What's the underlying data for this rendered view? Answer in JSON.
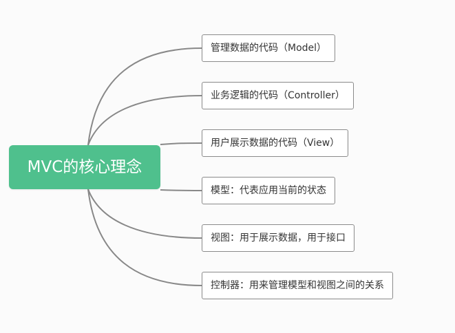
{
  "colors": {
    "root_fill": "#4fc08d",
    "connector": "#888888",
    "child_border": "#8a8a8a",
    "background": "#fbfbfb"
  },
  "mindmap": {
    "root": "MVC的核心理念",
    "children": [
      {
        "label": "管理数据的代码（Model）"
      },
      {
        "label": "业务逻辑的代码（Controller）"
      },
      {
        "label": "用户展示数据的代码（View）"
      },
      {
        "label": "模型：代表应用当前的状态"
      },
      {
        "label": "视图：用于展示数据，用于接口"
      },
      {
        "label": "控制器：用来管理模型和视图之间的关系"
      }
    ]
  }
}
